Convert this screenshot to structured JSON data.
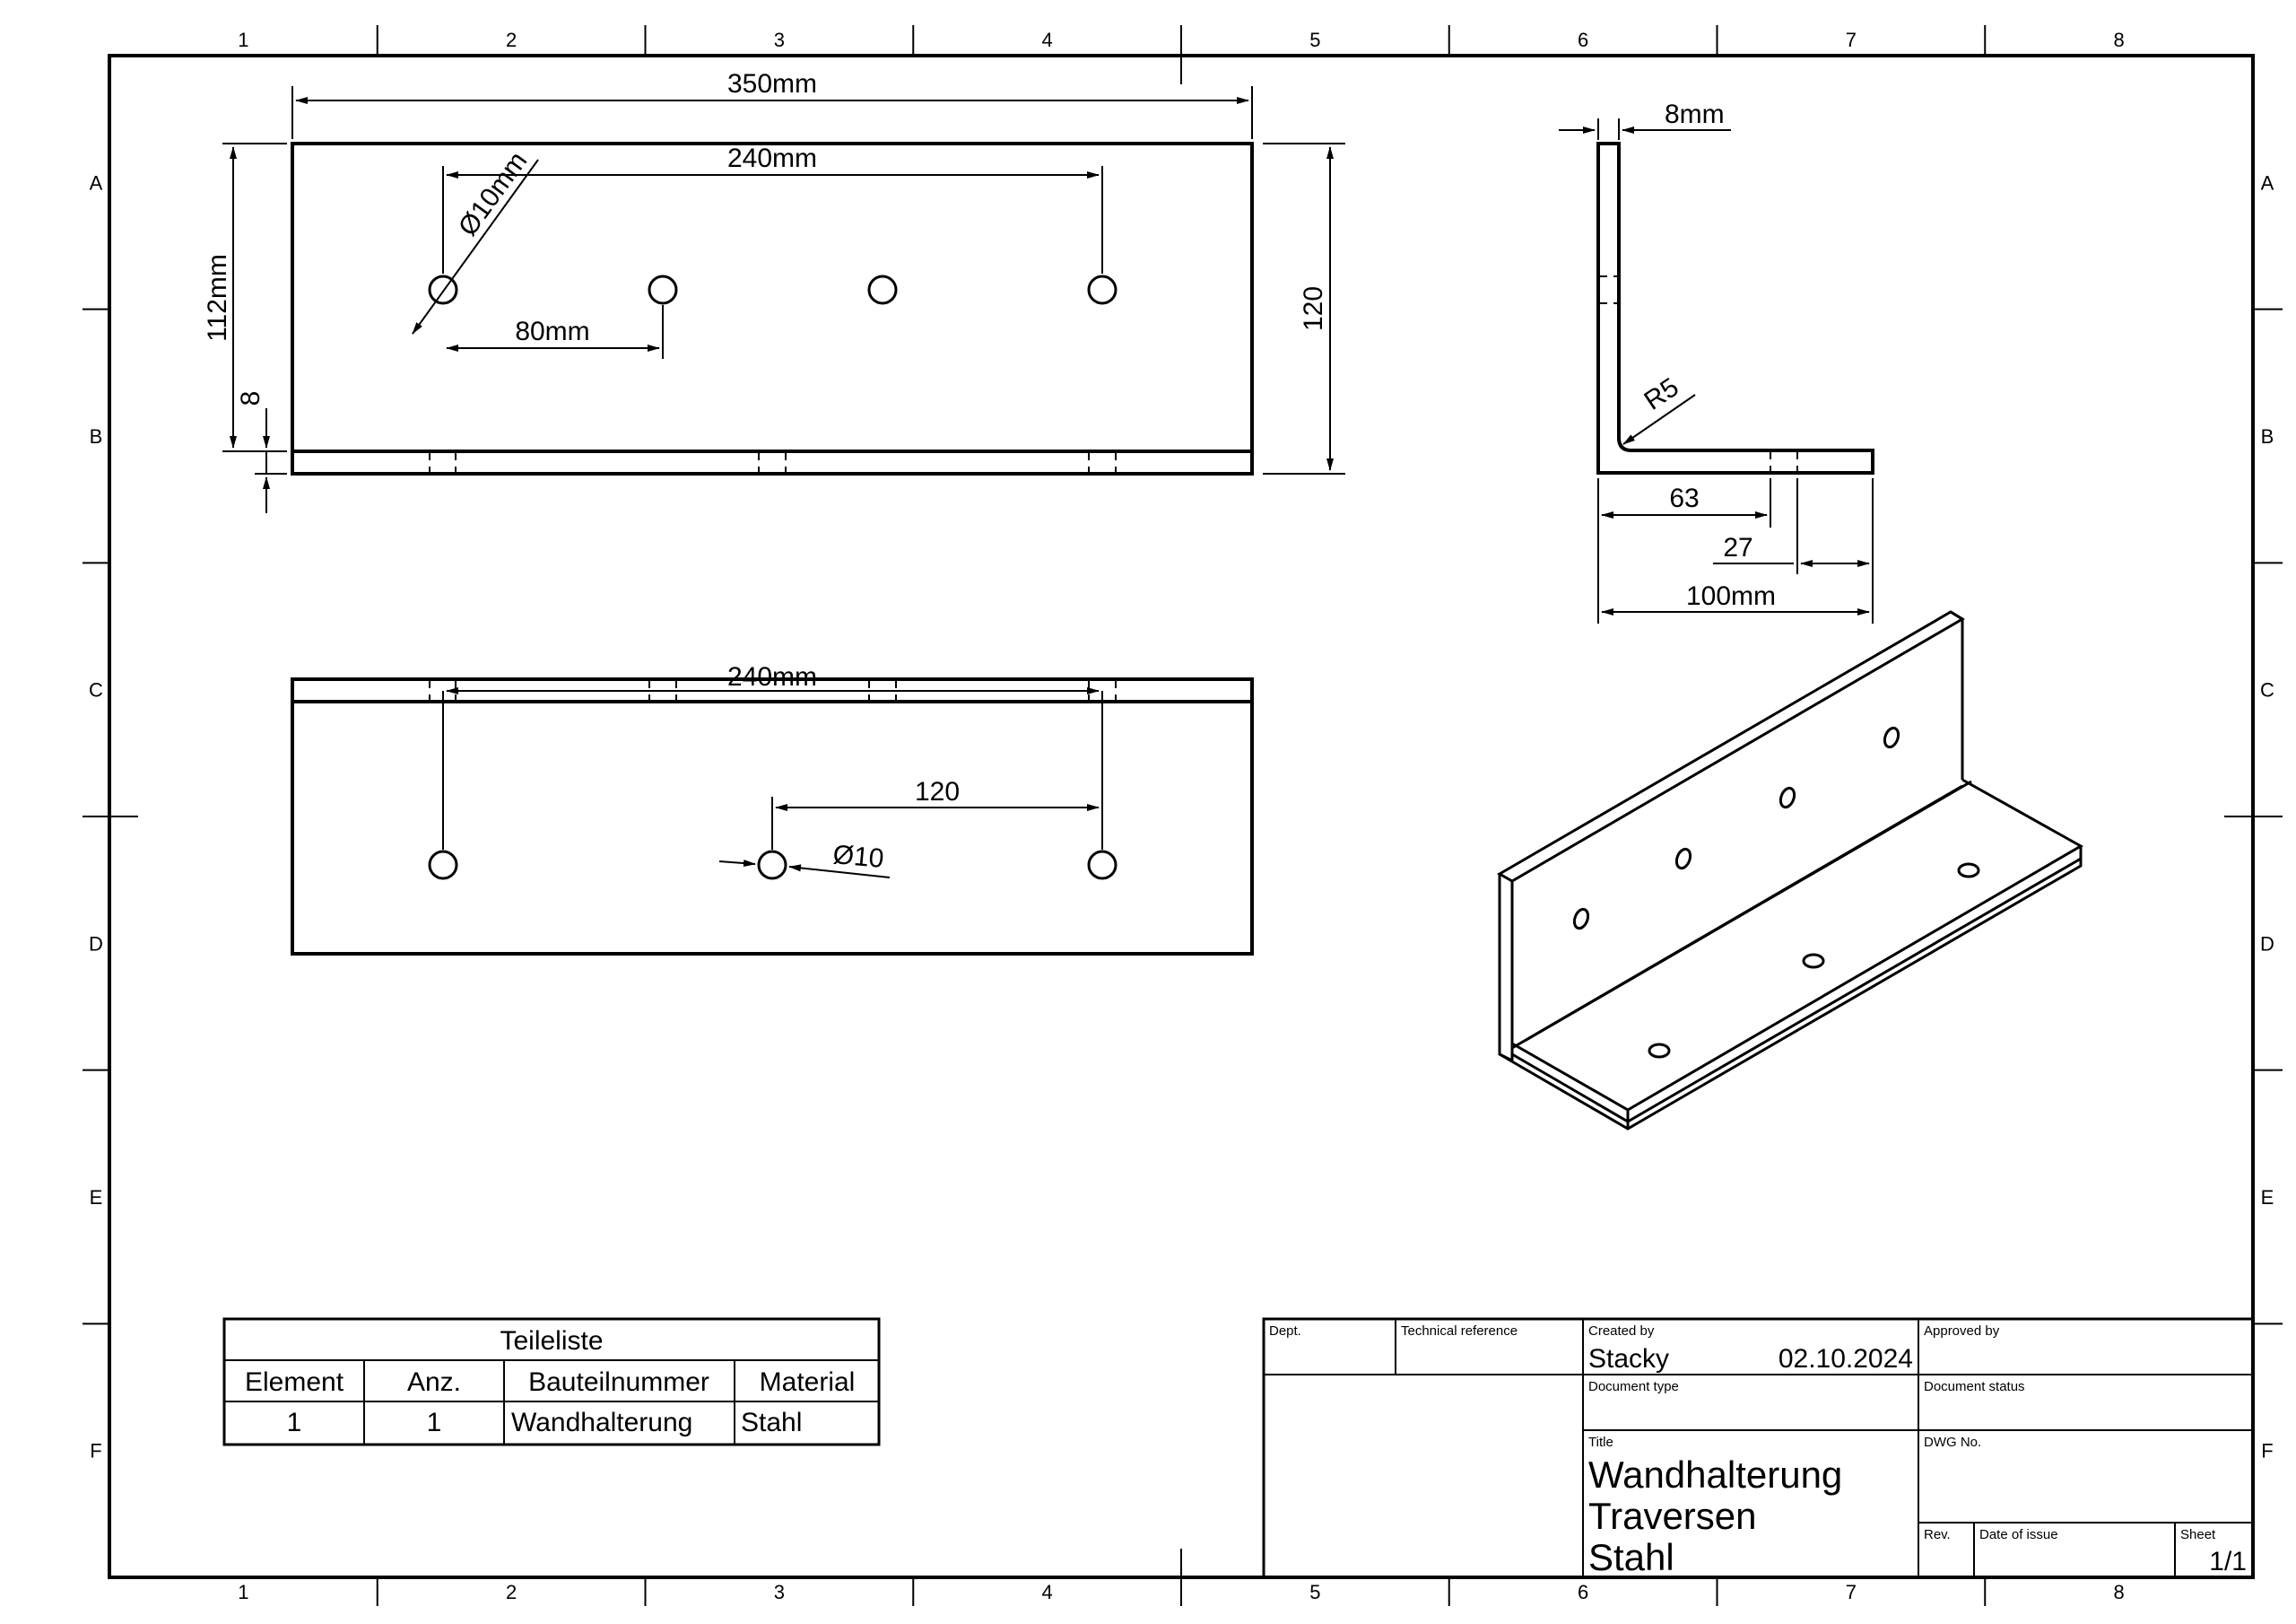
{
  "grid": {
    "columns": [
      "1",
      "2",
      "3",
      "4",
      "5",
      "6",
      "7",
      "8"
    ],
    "rows": [
      "A",
      "B",
      "C",
      "D",
      "E",
      "F"
    ]
  },
  "front_view": {
    "overall_width": "350mm",
    "hole_span": "240mm",
    "hole_diameter": "Ø10mm",
    "hole_pitch": "80mm",
    "height": "112mm",
    "thickness": "8",
    "total_height": "120"
  },
  "side_view": {
    "thickness": "8mm",
    "bend_radius": "R5",
    "hole_offset": "63",
    "edge_offset": "27",
    "leg_length": "100mm"
  },
  "top_view": {
    "hole_span": "240mm",
    "hole_pitch": "120",
    "hole_diameter": "Ø10"
  },
  "parts_list": {
    "title": "Teileliste",
    "headers": [
      "Element",
      "Anz.",
      "Bauteilnummer",
      "Material"
    ],
    "rows": [
      [
        "1",
        "1",
        "Wandhalterung",
        "Stahl"
      ]
    ]
  },
  "title_block": {
    "dept_label": "Dept.",
    "tech_ref_label": "Technical reference",
    "created_by_label": "Created by",
    "created_by": "Stacky",
    "created_date": "02.10.2024",
    "approved_by_label": "Approved by",
    "doc_type_label": "Document type",
    "doc_status_label": "Document status",
    "title_label": "Title",
    "title_lines": [
      "Wandhalterung",
      "Traversen",
      "Stahl"
    ],
    "dwg_no_label": "DWG No.",
    "rev_label": "Rev.",
    "date_issue_label": "Date of issue",
    "sheet_label": "Sheet",
    "sheet": "1/1"
  }
}
